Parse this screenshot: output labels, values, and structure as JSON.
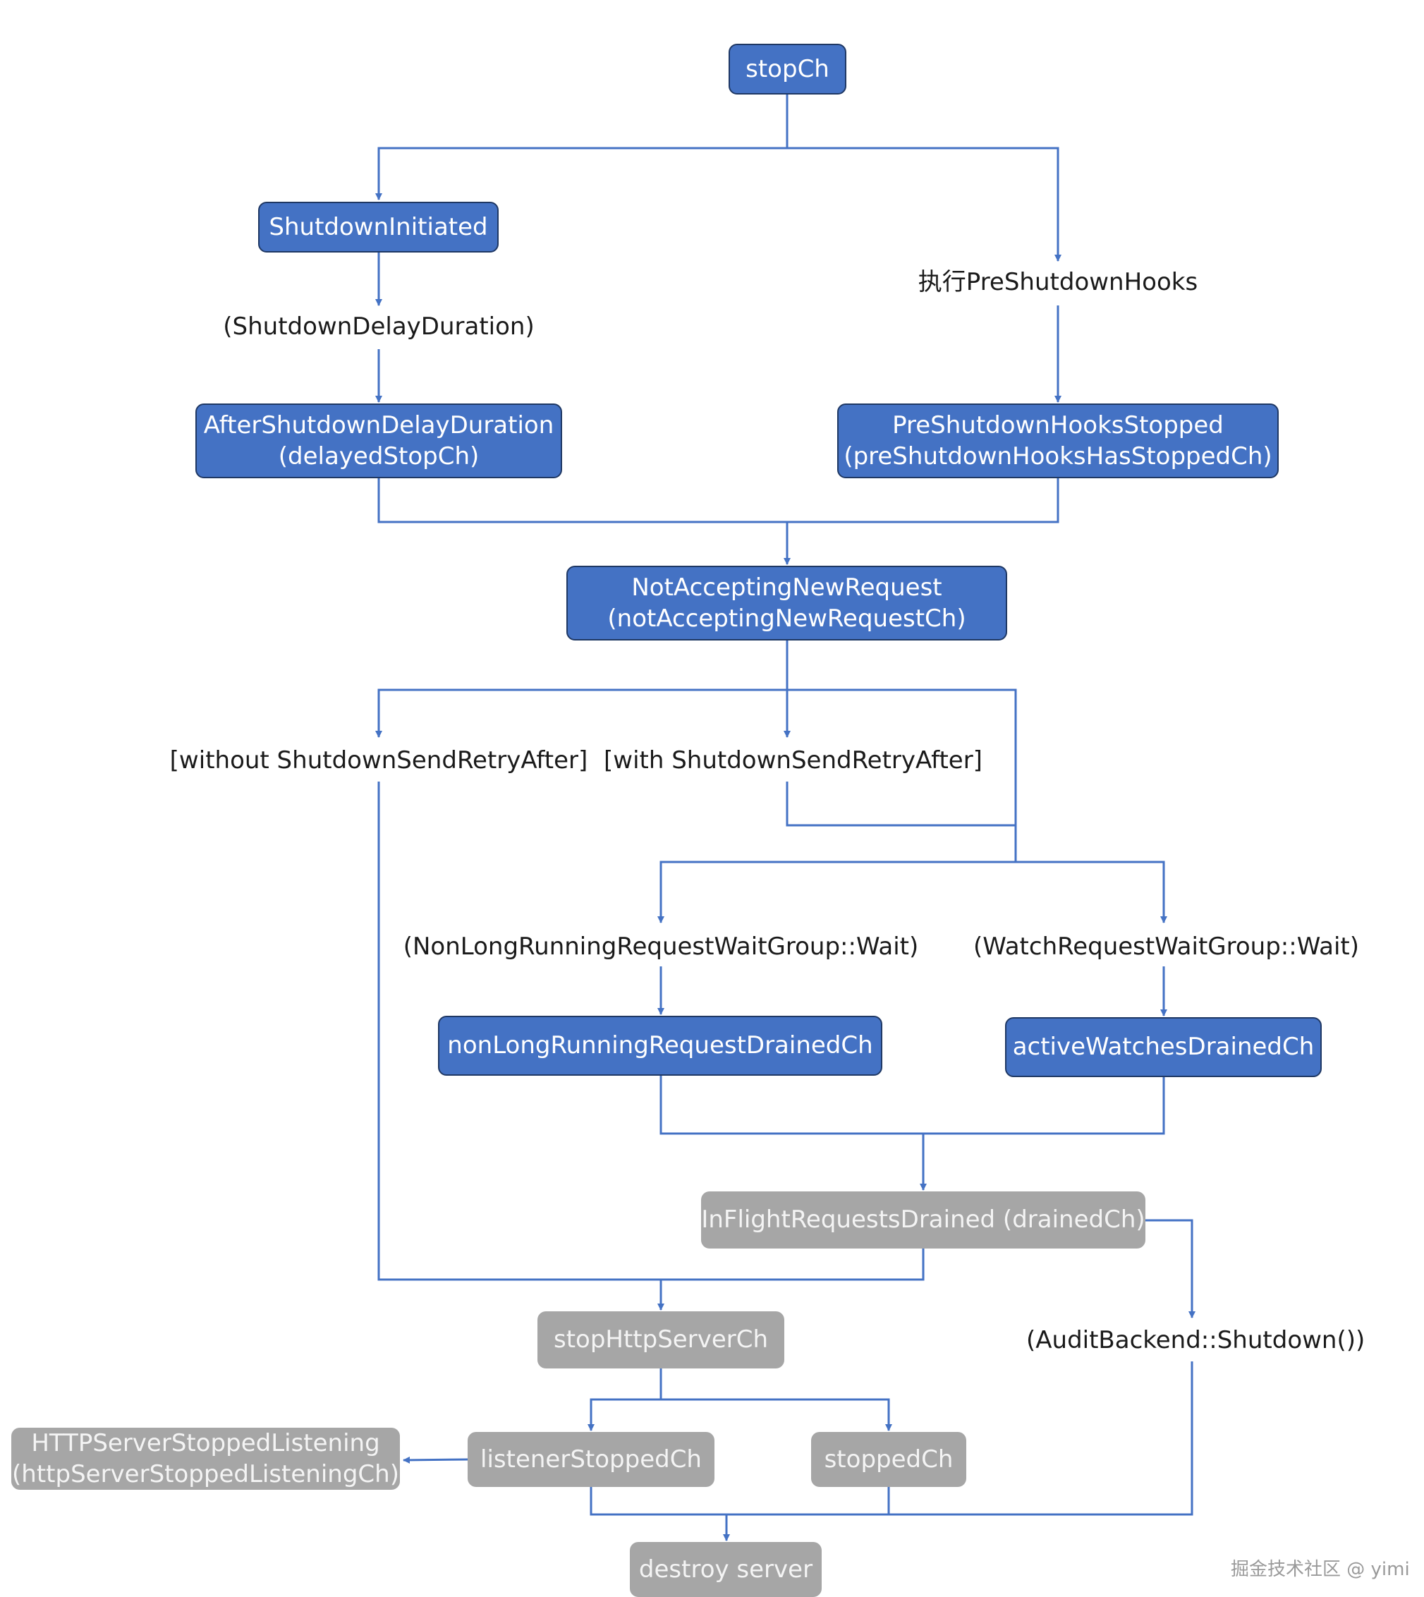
{
  "nodes": {
    "stopCh": "stopCh",
    "shutdownInitiated": "ShutdownInitiated",
    "afterShutdownDelayDuration": "AfterShutdownDelayDuration",
    "delayedStopCh": "(delayedStopCh)",
    "preShutdownHooksStopped": "PreShutdownHooksStopped",
    "preShutdownHooksHasStoppedCh": "(preShutdownHooksHasStoppedCh)",
    "notAcceptingNewRequest": "NotAcceptingNewRequest",
    "notAcceptingNewRequestCh": "(notAcceptingNewRequestCh)",
    "nonLongRunningRequestDrainedCh": "nonLongRunningRequestDrainedCh",
    "activeWatchesDrainedCh": "activeWatchesDrainedCh",
    "inFlightRequestsDrained": "InFlightRequestsDrained (drainedCh)",
    "stopHttpServerCh": "stopHttpServerCh",
    "httpServerStoppedListening": "HTTPServerStoppedListening",
    "httpServerStoppedListeningCh": "(httpServerStoppedListeningCh)",
    "listenerStoppedCh": "listenerStoppedCh",
    "stoppedCh": "stoppedCh",
    "destroyServer": "destroy server"
  },
  "labels": {
    "preShutdownHooks": "执行PreShutdownHooks",
    "shutdownDelayDuration": "(ShutdownDelayDuration)",
    "withoutRetryAfter": "[without ShutdownSendRetryAfter]",
    "withRetryAfter": "[with ShutdownSendRetryAfter]",
    "nonLongRunningWait": "(NonLongRunningRequestWaitGroup::Wait)",
    "watchWait": "(WatchRequestWaitGroup::Wait)",
    "auditShutdown": "(AuditBackend::Shutdown())"
  },
  "watermark": "掘金技术社区 @ yimi",
  "colors": {
    "node_blue": "#4472C4",
    "node_blue_border": "#1F3864",
    "node_gray": "#A6A6A6",
    "connector": "#4472C4"
  }
}
